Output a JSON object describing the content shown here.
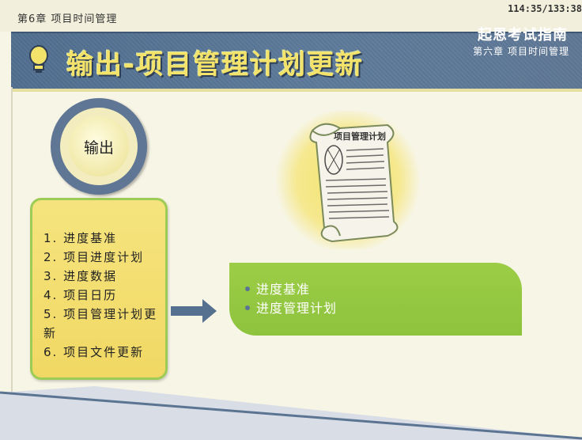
{
  "header": {
    "chapter_label": "第6章 项目时间管理",
    "progress": "114:35/133:38"
  },
  "banner": {
    "title": "输出-项目管理计划更新",
    "brand": "起恩考试指南",
    "chapter_subtitle": "第六章 项目时间管理",
    "colors": {
      "banner": "#5a7797",
      "title": "#f4e36a"
    }
  },
  "ring": {
    "label": "输出"
  },
  "outputs": {
    "items": [
      "1. 进度基准",
      "2. 项目进度计划",
      "3. 进度数据",
      "4. 项目日历",
      "5. 项目管理计划更新",
      "6. 项目文件更新"
    ]
  },
  "scroll_image": {
    "caption": "项目管理计划",
    "icon": "scroll-icon"
  },
  "result": {
    "items": [
      "进度基准",
      "进度管理计划"
    ],
    "color": "#8ec33d"
  }
}
